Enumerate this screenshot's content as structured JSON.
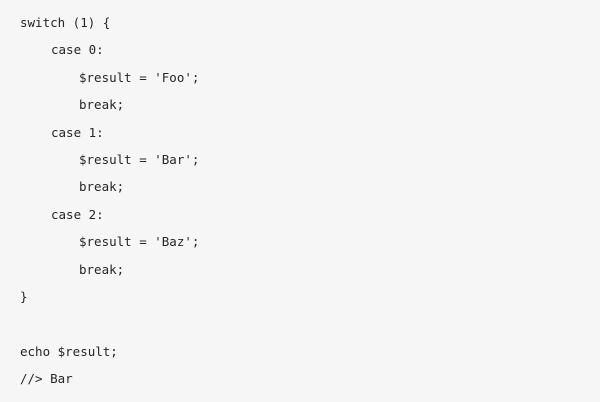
{
  "code": {
    "language": "php",
    "lines": [
      "switch (1) {",
      "case 0:",
      "$result = 'Foo';",
      "break;",
      "case 1:",
      "$result = 'Bar';",
      "break;",
      "case 2:",
      "$result = 'Baz';",
      "break;",
      "}",
      "",
      "echo $result;",
      "//> Bar"
    ]
  }
}
